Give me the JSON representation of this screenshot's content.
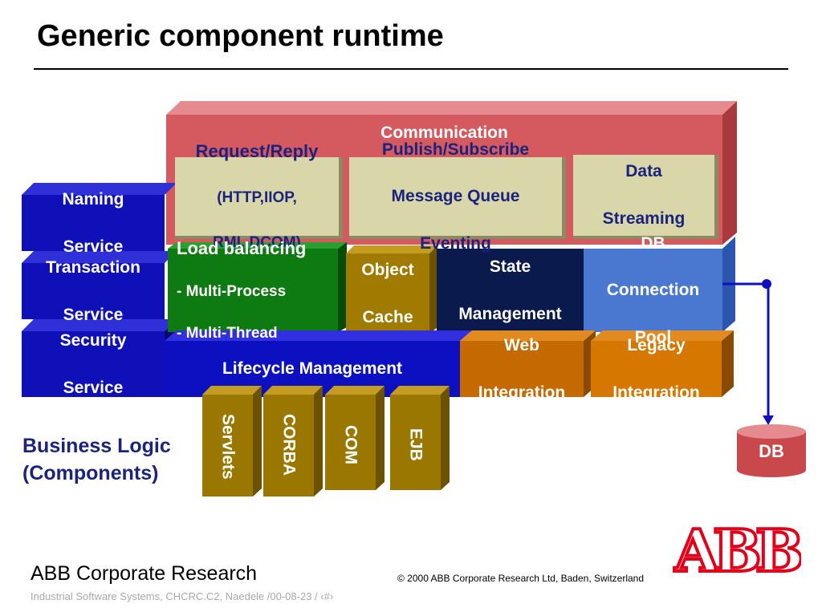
{
  "slide": {
    "title": "Generic component runtime",
    "business_logic": [
      "Business Logic",
      "(Components)"
    ],
    "footer_org": "ABB Corporate Research",
    "footer_sub": "Industrial Software Systems, CHCRC.C2, Naedele /00-08-23 / ‹#›",
    "footer_copyright": "© 2000 ABB Corporate Research Ltd, Baden, Switzerland",
    "logo_text": "ABB"
  },
  "diagram": {
    "communication": "Communication",
    "request_reply": [
      "Request/Reply",
      "(HTTP,IIOP,",
      "RMI, DCOM)"
    ],
    "publish_subscribe": [
      "Publish/Subscribe",
      "Message Queue",
      "Eventing"
    ],
    "data_streaming": [
      "Data",
      "Streaming"
    ],
    "naming_service": [
      "Naming",
      "Service"
    ],
    "transaction_service": [
      "Transaction",
      "Service"
    ],
    "security_service": [
      "Security",
      "Service"
    ],
    "load_balancing": [
      "Load balancing",
      "- Multi-Process",
      "- Multi-Thread"
    ],
    "object_cache": [
      "Object",
      "Cache"
    ],
    "state_management": [
      "State",
      "Management"
    ],
    "db_connection_pool": [
      "DB",
      "Connection",
      "Pool"
    ],
    "lifecycle_management": "Lifecycle Management",
    "web_integration": [
      "Web",
      "Integration"
    ],
    "legacy_integration": [
      "Legacy",
      "Integration"
    ],
    "components": [
      "Servlets",
      "CORBA",
      "COM",
      "EJB"
    ],
    "db": "DB"
  },
  "colors": {
    "communication": "#d55a5f",
    "communication_side": "#a8393e",
    "communication_top": "#e58a8e",
    "sub_box": "#d9d6a9",
    "services_blue": "#1010b8",
    "services_side": "#080870",
    "services_top": "#3030d8",
    "load_balancing": "#0e7a12",
    "object_cache": "#a07b00",
    "state_management": "#0b1a4d",
    "db_pool": "#4a78d0",
    "lifecycle": "#0d10c0",
    "integration": "#c46a00",
    "components": "#9a7800",
    "db": "#c9484c",
    "business_logic_text": "#1a237e",
    "logo": "#e2001a"
  }
}
